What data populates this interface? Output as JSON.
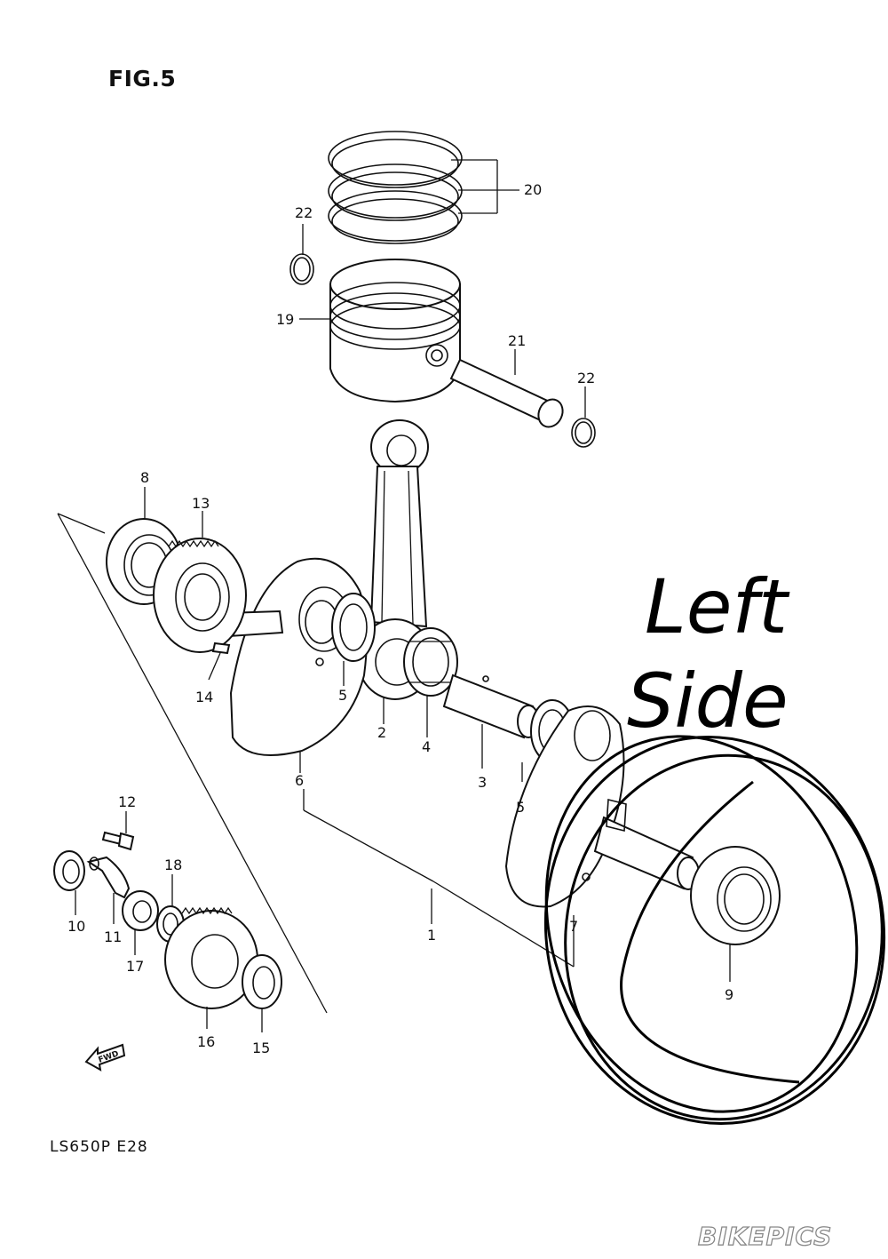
{
  "figure": {
    "title": "FIG.5",
    "model_code": "LS650P  E28",
    "fwd_arrow_label": "FWD",
    "watermark": "BIKEPICS"
  },
  "annotation": {
    "line1": "Left",
    "line2": "Side"
  },
  "callouts": [
    {
      "id": "callout-1",
      "label": "1"
    },
    {
      "id": "callout-2",
      "label": "2"
    },
    {
      "id": "callout-3",
      "label": "3"
    },
    {
      "id": "callout-4",
      "label": "4"
    },
    {
      "id": "callout-5a",
      "label": "5"
    },
    {
      "id": "callout-5b",
      "label": "5"
    },
    {
      "id": "callout-6",
      "label": "6"
    },
    {
      "id": "callout-7",
      "label": "7"
    },
    {
      "id": "callout-8",
      "label": "8"
    },
    {
      "id": "callout-9",
      "label": "9"
    },
    {
      "id": "callout-10",
      "label": "10"
    },
    {
      "id": "callout-11",
      "label": "11"
    },
    {
      "id": "callout-12",
      "label": "12"
    },
    {
      "id": "callout-13",
      "label": "13"
    },
    {
      "id": "callout-14",
      "label": "14"
    },
    {
      "id": "callout-15",
      "label": "15"
    },
    {
      "id": "callout-16",
      "label": "16"
    },
    {
      "id": "callout-17",
      "label": "17"
    },
    {
      "id": "callout-18",
      "label": "18"
    },
    {
      "id": "callout-19",
      "label": "19"
    },
    {
      "id": "callout-20",
      "label": "20"
    },
    {
      "id": "callout-21",
      "label": "21"
    },
    {
      "id": "callout-22a",
      "label": "22"
    },
    {
      "id": "callout-22b",
      "label": "22"
    }
  ]
}
